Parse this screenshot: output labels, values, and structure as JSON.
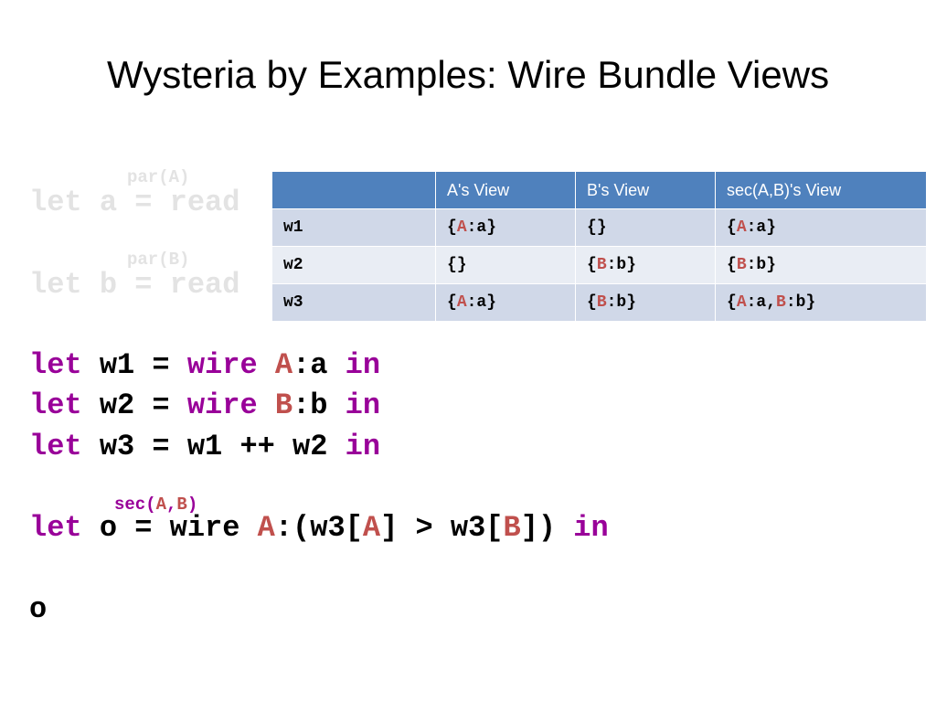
{
  "title": "Wysteria by Examples: Wire Bundle Views",
  "faded_code": {
    "ann_a": "par(A)",
    "line_a": "let a = read",
    "ann_b": "par(B)",
    "line_b": "let b = read"
  },
  "code": {
    "let": "let",
    "in": "in",
    "wire": "wire",
    "w1_name": " w1 = ",
    "w2_name": " w2 = ",
    "w3_rest": " w3 = w1 ++ w2 ",
    "A": "A",
    "B": "B",
    "w1_val": ":a ",
    "w2_val": ":b ",
    "sec_ann_open": "sec(",
    "sec_ann_comma": ",",
    "sec_ann_close": ")",
    "o_prefix": " o = wire ",
    "o_part1": ":(w3[",
    "o_part2": "] > w3[",
    "o_part3": "]) ",
    "o_final": "o"
  },
  "table": {
    "headers": [
      "",
      "A's View",
      "B's View",
      "sec(A,B)'s View"
    ],
    "rows": [
      {
        "label": "w1",
        "a_view": "{A:a}",
        "b_view": "{}",
        "sec_view": "{A:a}"
      },
      {
        "label": "w2",
        "a_view": "{}",
        "b_view": "{B:b}",
        "sec_view": "{B:b}"
      },
      {
        "label": "w3",
        "a_view": "{A:a}",
        "b_view": "{B:b}",
        "sec_view": "{A:a,B:b}"
      }
    ],
    "tokens": {
      "open": "{",
      "close": "}",
      "colon_a": ":a",
      "colon_b": ":b",
      "comma": ","
    }
  },
  "colors": {
    "keyword": "#990099",
    "principal": "#c0504d",
    "header_bg": "#4f81bd",
    "row_odd": "#d0d8e8",
    "row_even": "#e9edf4",
    "faded": "#e3e3e3"
  }
}
